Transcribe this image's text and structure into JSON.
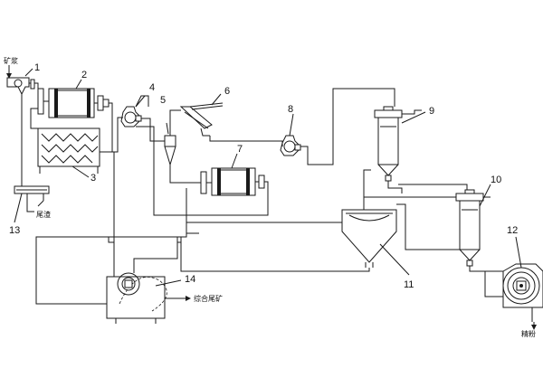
{
  "labels": {
    "feed": "矿浆",
    "tailings": "尾渣",
    "combined_tailings": "综合尾矿",
    "product": "精粉"
  },
  "callouts": [
    "1",
    "2",
    "3",
    "4",
    "5",
    "6",
    "7",
    "8",
    "9",
    "10",
    "11",
    "12",
    "13",
    "14"
  ],
  "colors": {
    "line": "#1a1a1a",
    "background": "#ffffff"
  }
}
